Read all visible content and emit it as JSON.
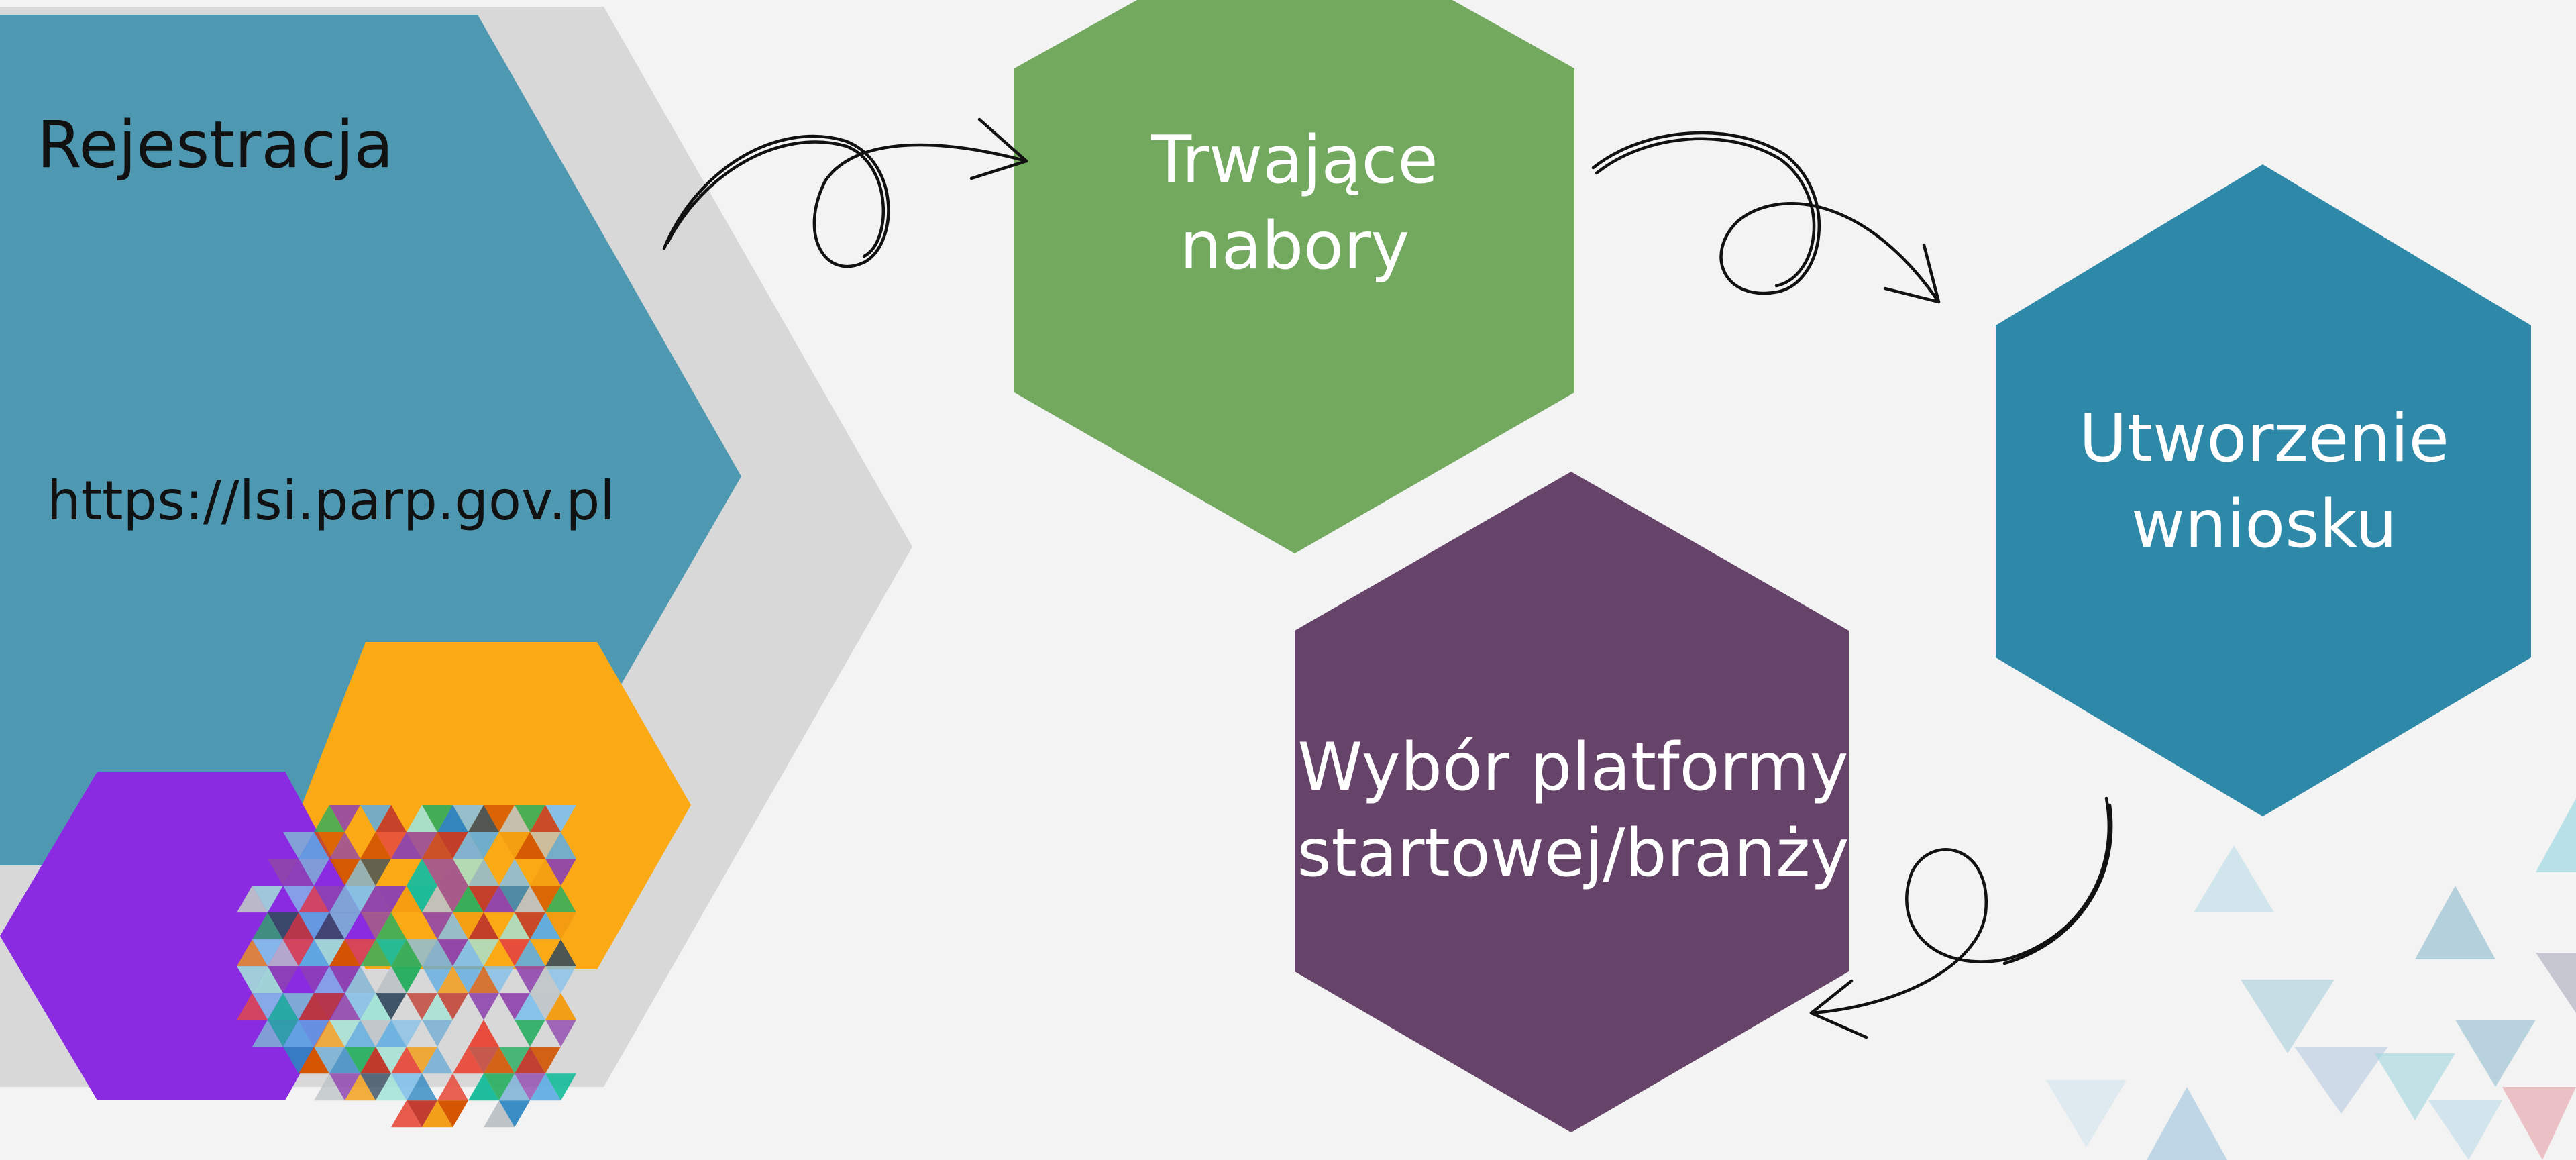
{
  "registration": {
    "title": "Rejestracja",
    "url": "https://lsi.parp.gov.pl"
  },
  "steps": [
    {
      "lines": [
        "Trwające",
        "nabory"
      ],
      "color": "#73a85f"
    },
    {
      "lines": [
        "Utworzenie",
        "wniosku"
      ],
      "color": "#2e88a8"
    },
    {
      "lines": [
        "Wybór platformy",
        "startowej/branży"
      ],
      "color": "#664368"
    }
  ],
  "colors": {
    "background": "#f3f3f3",
    "registration_panel": "#4e99b1",
    "panel_shadow": "#d8d8d8",
    "accent_purple": "#8a2be2",
    "accent_orange": "#fbaa16"
  }
}
